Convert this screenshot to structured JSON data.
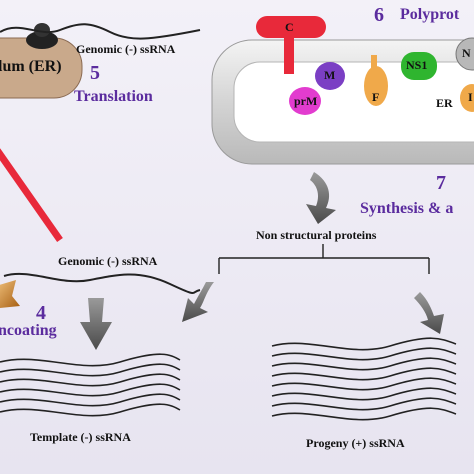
{
  "steps": {
    "five": {
      "number": "5",
      "label": "Translation"
    },
    "six": {
      "number": "6",
      "label": "Polyprot"
    },
    "seven": {
      "number": "7",
      "label": "Synthesis & a"
    },
    "four": {
      "number": "4",
      "label": "ncoating"
    }
  },
  "labels": {
    "er_left": "lum (ER)",
    "genomic_top": "Genomic (-) ssRNA",
    "genomic_mid": "Genomic (-) ssRNA",
    "nonstructural": "Non structural proteins",
    "template": "Template (-) ssRNA",
    "progeny": "Progeny (+) ssRNA",
    "er_right": "ER"
  },
  "proteins": {
    "c": "C",
    "m": "M",
    "prm": "prM",
    "f": "F",
    "ns1": "NS1",
    "n_edge": "N",
    "i_edge": "I"
  },
  "colors": {
    "er_fill": "#c9a98b",
    "membrane": "#d9d9d9",
    "c_red": "#e8293a",
    "m_purple": "#7b3fc4",
    "prm_magenta": "#e23ccf",
    "f_orange": "#f0a94a",
    "ns1_green": "#2fb52f",
    "accent_purple": "#5b2c9e"
  }
}
